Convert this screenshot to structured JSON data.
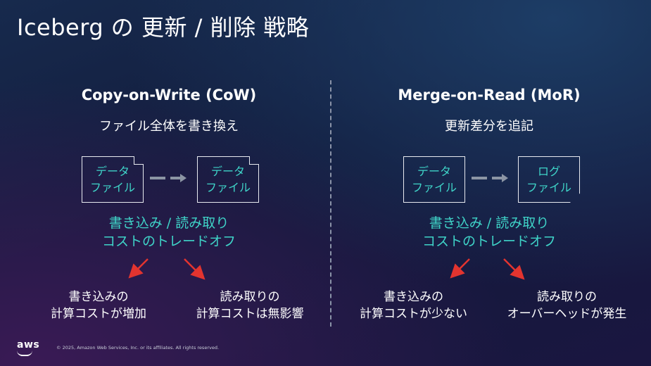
{
  "slide": {
    "title": "Iceberg の 更新 / 削除 戦略",
    "left": {
      "heading": "Copy-on-Write (CoW)",
      "subheading": "ファイル全体を書き換え",
      "source_file": [
        "データ",
        "ファイル"
      ],
      "target_file": [
        "データ",
        "ファイル"
      ],
      "tradeoff": [
        "書き込み / 読み取り",
        "コストのトレードオフ"
      ],
      "consequence_left": [
        "書き込みの",
        "計算コストが増加"
      ],
      "consequence_right": [
        "読み取りの",
        "計算コストは無影響"
      ]
    },
    "right": {
      "heading": "Merge-on-Read (MoR)",
      "subheading": "更新差分を追記",
      "source_file": [
        "データ",
        "ファイル"
      ],
      "target_file": [
        "ログ",
        "ファイル"
      ],
      "tradeoff": [
        "書き込み / 読み取り",
        "コストのトレードオフ"
      ],
      "consequence_left": [
        "書き込みの",
        "計算コストが少ない"
      ],
      "consequence_right": [
        "読み取りの",
        "オーバーヘッドが発生"
      ]
    },
    "footer": {
      "logo": "aws",
      "copyright": "© 2025, Amazon Web Services, Inc. or its affiliates. All rights reserved."
    },
    "colors": {
      "accent_teal": "#3fd4c8",
      "arrow_red": "#e3342f",
      "arrow_gray": "#8c95a4"
    }
  }
}
